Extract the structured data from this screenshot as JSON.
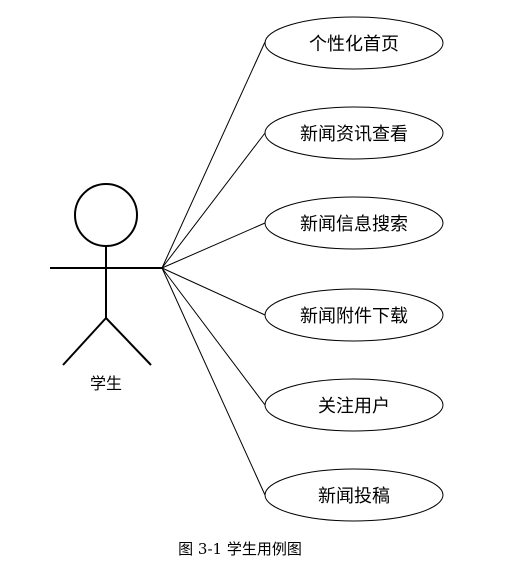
{
  "diagram": {
    "actor": {
      "label": "学生"
    },
    "use_cases": [
      {
        "id": "uc1",
        "label": "个性化首页"
      },
      {
        "id": "uc2",
        "label": "新闻资讯查看"
      },
      {
        "id": "uc3",
        "label": "新闻信息搜索"
      },
      {
        "id": "uc4",
        "label": "新闻附件下载"
      },
      {
        "id": "uc5",
        "label": "关注用户"
      },
      {
        "id": "uc6",
        "label": "新闻投稿"
      }
    ],
    "caption": "图 3-1 学生用例图",
    "colors": {
      "line": "#000000",
      "background": "#ffffff"
    }
  }
}
